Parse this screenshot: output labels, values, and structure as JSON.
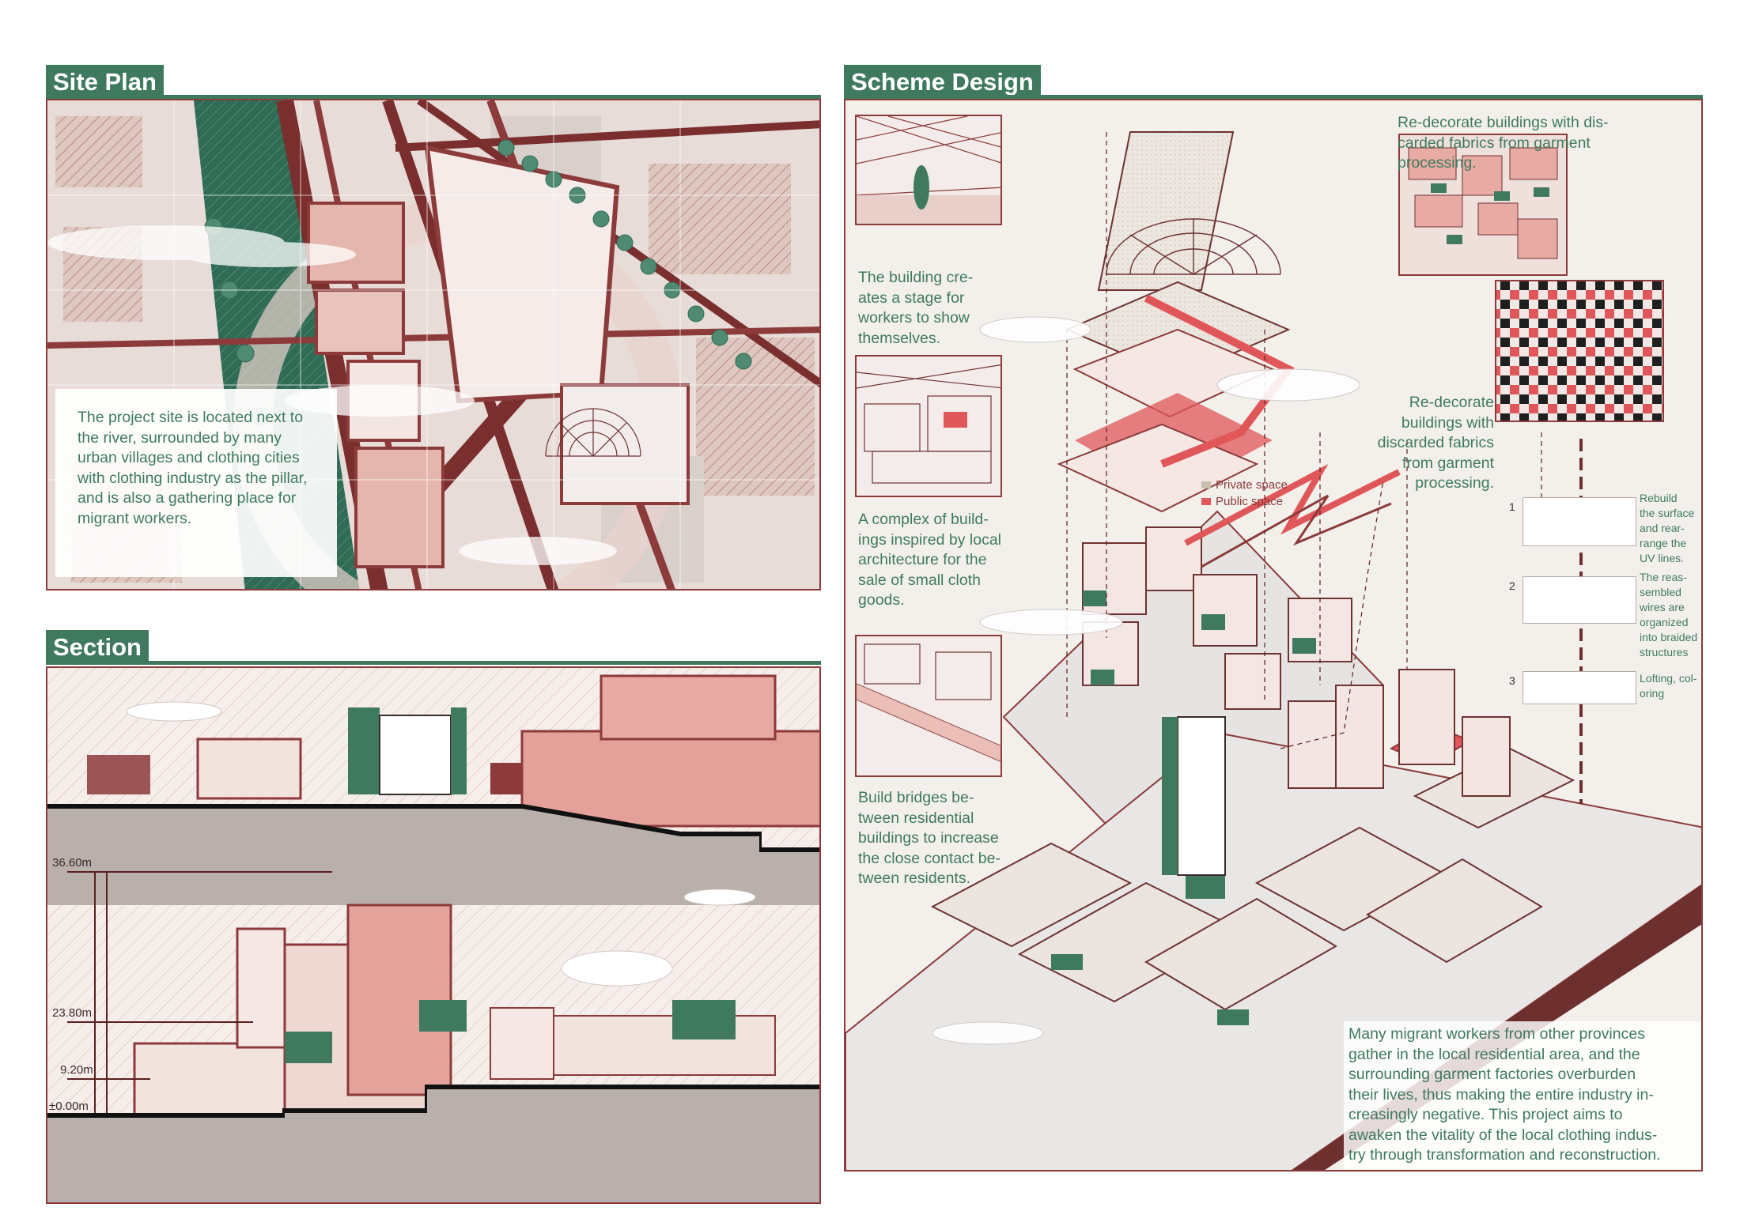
{
  "site_plan": {
    "title": "Site Plan",
    "description": "The project site is located next to the river, surrounded by many urban villages and clothing cities with clothing industry as the pillar, and is also a gathering place for migrant workers."
  },
  "section": {
    "title": "Section",
    "elevations": [
      "36.60m",
      "23.80m",
      "9.20m",
      "±0.00m"
    ]
  },
  "scheme": {
    "title": "Scheme Design",
    "captions": [
      "The building creates a stage for workers to show themselves.",
      "A complex of buildings inspired by local architecture for the sale of small cloth goods.",
      "Build bridges between residential buildings to increase the close contact between residents."
    ],
    "caption_lines": [
      [
        "The building cre-",
        "ates a stage for",
        "workers to show",
        "themselves."
      ],
      [
        "A complex of build-",
        "ings inspired by local",
        "architecture for the",
        "sale of small cloth",
        "goods."
      ],
      [
        "Build bridges be-",
        "tween residential",
        "buildings to increase",
        "the close contact be-",
        "tween residents."
      ]
    ],
    "fabric_note_top": [
      "Re-decorate buildings with dis-",
      "carded fabrics from garment",
      "processing."
    ],
    "fabric_note_mid": [
      "Re-decorate",
      "buildings with",
      "discarded fabrics",
      "from garment",
      "processing."
    ],
    "legend": [
      {
        "label": "Private space",
        "color": "#c9bfae"
      },
      {
        "label": "Public space",
        "color": "#e0575a"
      }
    ],
    "steps": [
      {
        "num": "1",
        "lines": [
          "Rebuild",
          "the surface",
          "and rear-",
          "range the",
          "UV lines."
        ]
      },
      {
        "num": "2",
        "lines": [
          "The reas-",
          "sembled",
          "wires are",
          "organized",
          "into braided",
          "structures"
        ]
      },
      {
        "num": "3",
        "lines": [
          "Lofting, col-",
          "oring"
        ]
      }
    ],
    "conclusion_lines": [
      "Many migrant workers from other provinces",
      "gather in the local residential area, and the",
      "surrounding garment factories overburden",
      "their lives, thus making the entire industry in-",
      "creasingly negative. This project aims to",
      "awaken the vitality of the local clothing indus-",
      "try through transformation and reconstruction."
    ]
  },
  "colors": {
    "accent_green": "#3f7a5e",
    "brick_red": "#8c3a3a",
    "coral": "#e0575a",
    "paper": "#f3f0ec"
  }
}
